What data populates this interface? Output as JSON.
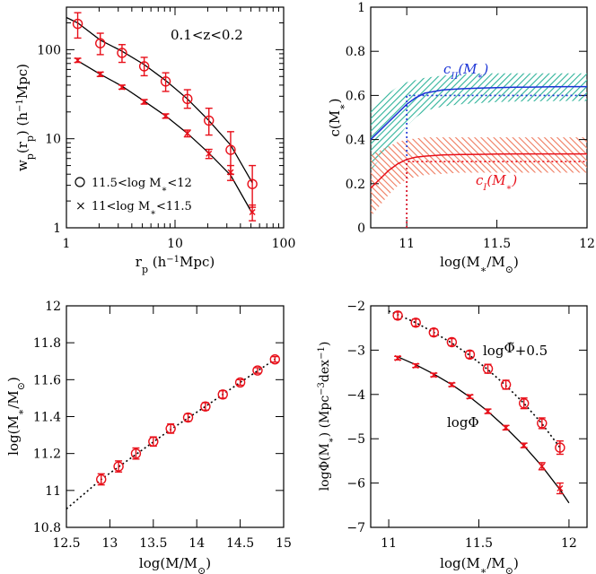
{
  "colors": {
    "axis": "#000000",
    "red": "#e8101a",
    "blue": "#1a33d6",
    "green": "#2fb39a",
    "salmon": "#ef7a5e"
  },
  "chart_data": [
    {
      "type": "scatter",
      "xlabel": "r_p (h⁻¹Mpc)",
      "ylabel": "w_p(r_p) (h⁻¹Mpc)",
      "x_scale": "log",
      "y_scale": "log",
      "xlim": [
        1,
        100
      ],
      "ylim": [
        1,
        300
      ],
      "xticks": [
        {
          "v": 1,
          "t": "1"
        },
        {
          "v": 10,
          "t": "10"
        },
        {
          "v": 100,
          "t": "100"
        }
      ],
      "yticks": [
        {
          "v": 1,
          "t": "1"
        },
        {
          "v": 10,
          "t": "10"
        },
        {
          "v": 100,
          "t": "100"
        }
      ],
      "annotation": "0.1<z<0.2",
      "legend": [
        {
          "marker": "circle",
          "label": "11.5<log M∗<12"
        },
        {
          "marker": "cross",
          "label": "11<log M∗<11.5"
        }
      ],
      "series": [
        {
          "marker": "circle",
          "points": [
            [
              1.27,
              195,
              65,
              60
            ],
            [
              2.05,
              118,
              35,
              30
            ],
            [
              3.25,
              92,
              22,
              20
            ],
            [
              5.2,
              65,
              17,
              14
            ],
            [
              8.2,
              44,
              11,
              10
            ],
            [
              13,
              28,
              7.5,
              6
            ],
            [
              20.5,
              16,
              6,
              5
            ],
            [
              32.5,
              7.5,
              4.5,
              3.5
            ],
            [
              51.5,
              3.1,
              1.9,
              1.4
            ]
          ],
          "fit": [
            [
              1.0,
              230
            ],
            [
              1.27,
              200
            ],
            [
              2.05,
              128
            ],
            [
              3.25,
              96
            ],
            [
              5.2,
              68
            ],
            [
              8.2,
              45
            ],
            [
              13,
              28
            ],
            [
              20.5,
              16
            ],
            [
              32.5,
              8.5
            ],
            [
              51.5,
              3.2
            ]
          ]
        },
        {
          "marker": "cross",
          "points": [
            [
              1.27,
              76,
              4,
              4
            ],
            [
              2.05,
              53,
              3,
              3
            ],
            [
              3.25,
              38,
              2,
              2
            ],
            [
              5.2,
              26,
              1.5,
              1.5
            ],
            [
              8.2,
              18,
              1,
              1
            ],
            [
              13,
              11.5,
              1,
              1
            ],
            [
              20.5,
              6.8,
              0.8,
              0.8
            ],
            [
              32.5,
              4.2,
              0.8,
              0.8
            ],
            [
              51.5,
              1.5,
              0.3,
              0.3
            ]
          ],
          "fit": [
            [
              1.27,
              75
            ],
            [
              2.05,
              53
            ],
            [
              3.25,
              39
            ],
            [
              5.2,
              26.5
            ],
            [
              8.2,
              18
            ],
            [
              13,
              11.5
            ],
            [
              20.5,
              6.9
            ],
            [
              32.5,
              3.9
            ],
            [
              51.5,
              1.45
            ]
          ]
        }
      ]
    },
    {
      "type": "line",
      "xlabel": "log(M∗/M⊙)",
      "ylabel": "c(M∗)",
      "xlim": [
        10.8,
        12
      ],
      "ylim": [
        0,
        1
      ],
      "xticks": [
        {
          "v": 11,
          "t": "11"
        },
        {
          "v": 11.5,
          "t": "11.5"
        },
        {
          "v": 12,
          "t": "12"
        }
      ],
      "yticks": [
        {
          "v": 0,
          "t": "0"
        },
        {
          "v": 0.2,
          "t": "0.2"
        },
        {
          "v": 0.4,
          "t": "0.4"
        },
        {
          "v": 0.6,
          "t": "0.6"
        },
        {
          "v": 0.8,
          "t": "0.8"
        },
        {
          "v": 1,
          "t": "1"
        }
      ],
      "series": [
        {
          "name": "c_II(M∗)",
          "label_main": "c",
          "label_sub": "II",
          "label_arg": "(M∗)",
          "x": [
            10.8,
            10.85,
            10.9,
            10.95,
            11.0,
            11.05,
            11.1,
            11.2,
            11.3,
            11.4,
            11.5,
            11.6,
            11.7,
            11.8,
            11.9,
            12.0
          ],
          "y": [
            0.4,
            0.44,
            0.48,
            0.52,
            0.56,
            0.59,
            0.61,
            0.625,
            0.63,
            0.633,
            0.635,
            0.637,
            0.638,
            0.639,
            0.64,
            0.64
          ],
          "lo": [
            0.26,
            0.31,
            0.36,
            0.41,
            0.46,
            0.5,
            0.53,
            0.55,
            0.56,
            0.565,
            0.57,
            0.572,
            0.573,
            0.574,
            0.575,
            0.575
          ],
          "hi": [
            0.55,
            0.58,
            0.61,
            0.64,
            0.66,
            0.67,
            0.68,
            0.69,
            0.695,
            0.7,
            0.7,
            0.7,
            0.7,
            0.7,
            0.7,
            0.7
          ],
          "step_x": 11.0,
          "step_y": 0.6
        },
        {
          "name": "c_I(M∗)",
          "label_main": "c",
          "label_sub": "I",
          "label_arg": "(M∗)",
          "x": [
            10.8,
            10.85,
            10.9,
            10.95,
            11.0,
            11.05,
            11.1,
            11.2,
            11.3,
            11.4,
            11.5,
            11.6,
            11.7,
            11.8,
            11.9,
            12.0
          ],
          "y": [
            0.18,
            0.22,
            0.26,
            0.29,
            0.31,
            0.32,
            0.325,
            0.33,
            0.332,
            0.333,
            0.334,
            0.335,
            0.335,
            0.335,
            0.335,
            0.335
          ],
          "lo": [
            0.05,
            0.1,
            0.15,
            0.19,
            0.22,
            0.23,
            0.24,
            0.245,
            0.25,
            0.25,
            0.25,
            0.25,
            0.25,
            0.25,
            0.25,
            0.25
          ],
          "hi": [
            0.33,
            0.35,
            0.37,
            0.39,
            0.4,
            0.405,
            0.41,
            0.41,
            0.41,
            0.41,
            0.41,
            0.41,
            0.41,
            0.41,
            0.41,
            0.41
          ],
          "step_x": 11.0,
          "step_y": 0.3
        }
      ]
    },
    {
      "type": "scatter",
      "xlabel": "log(M/M⊙)",
      "ylabel": "log(M∗/M⊙)",
      "xlim": [
        12.5,
        15
      ],
      "ylim": [
        10.8,
        12
      ],
      "xticks": [
        {
          "v": 12.5,
          "t": "12.5"
        },
        {
          "v": 13,
          "t": "13"
        },
        {
          "v": 13.5,
          "t": "13.5"
        },
        {
          "v": 14,
          "t": "14"
        },
        {
          "v": 14.5,
          "t": "14.5"
        },
        {
          "v": 15,
          "t": "15"
        }
      ],
      "yticks": [
        {
          "v": 10.8,
          "t": "10.8"
        },
        {
          "v": 11,
          "t": "11"
        },
        {
          "v": 11.2,
          "t": "11.2"
        },
        {
          "v": 11.4,
          "t": "11.4"
        },
        {
          "v": 11.6,
          "t": "11.6"
        },
        {
          "v": 11.8,
          "t": "11.8"
        },
        {
          "v": 12,
          "t": "12"
        }
      ],
      "points": [
        [
          12.9,
          11.06,
          0.03
        ],
        [
          13.1,
          11.13,
          0.03
        ],
        [
          13.3,
          11.2,
          0.03
        ],
        [
          13.5,
          11.265,
          0.025
        ],
        [
          13.7,
          11.335,
          0.025
        ],
        [
          13.9,
          11.395,
          0.02
        ],
        [
          14.1,
          11.455,
          0.02
        ],
        [
          14.3,
          11.52,
          0.02
        ],
        [
          14.5,
          11.585,
          0.015
        ],
        [
          14.7,
          11.65,
          0.015
        ],
        [
          14.9,
          11.71,
          0.015
        ]
      ],
      "fit": [
        [
          12.5,
          10.9
        ],
        [
          12.9,
          11.06
        ],
        [
          13.3,
          11.195
        ],
        [
          13.7,
          11.33
        ],
        [
          14.1,
          11.455
        ],
        [
          14.5,
          11.585
        ],
        [
          14.9,
          11.71
        ]
      ]
    },
    {
      "type": "scatter",
      "xlabel": "log(M∗/M⊙)",
      "ylabel": "logΦ(M∗) (Mpc⁻³dex⁻¹)",
      "xlim": [
        10.9,
        12.1
      ],
      "ylim": [
        -7,
        -2
      ],
      "xticks": [
        {
          "v": 11,
          "t": "11"
        },
        {
          "v": 11.5,
          "t": "11.5"
        },
        {
          "v": 12,
          "t": "12"
        }
      ],
      "yticks": [
        {
          "v": -7,
          "t": "−7"
        },
        {
          "v": -6,
          "t": "−6"
        },
        {
          "v": -5,
          "t": "−5"
        },
        {
          "v": -4,
          "t": "−4"
        },
        {
          "v": -3,
          "t": "−3"
        },
        {
          "v": -2,
          "t": "−2"
        }
      ],
      "series": [
        {
          "name": "logΦ̃+0.5",
          "marker": "circle",
          "points": [
            [
              11.05,
              -2.22,
              0.08
            ],
            [
              11.15,
              -2.38,
              0.08
            ],
            [
              11.25,
              -2.6,
              0.08
            ],
            [
              11.35,
              -2.82,
              0.08
            ],
            [
              11.45,
              -3.1,
              0.08
            ],
            [
              11.55,
              -3.42,
              0.1
            ],
            [
              11.65,
              -3.78,
              0.1
            ],
            [
              11.75,
              -4.2,
              0.12
            ],
            [
              11.85,
              -4.65,
              0.12
            ],
            [
              11.95,
              -5.2,
              0.15
            ]
          ],
          "fit": [
            [
              11.0,
              -2.12
            ],
            [
              11.05,
              -2.2
            ],
            [
              11.15,
              -2.38
            ],
            [
              11.25,
              -2.6
            ],
            [
              11.35,
              -2.84
            ],
            [
              11.45,
              -3.12
            ],
            [
              11.55,
              -3.44
            ],
            [
              11.65,
              -3.8
            ],
            [
              11.75,
              -4.2
            ],
            [
              11.85,
              -4.66
            ],
            [
              11.95,
              -5.2
            ]
          ]
        },
        {
          "name": "logΦ",
          "marker": "cross",
          "points": [
            [
              11.05,
              -3.18,
              0.04
            ],
            [
              11.15,
              -3.35,
              0.04
            ],
            [
              11.25,
              -3.56,
              0.04
            ],
            [
              11.35,
              -3.78,
              0.04
            ],
            [
              11.45,
              -4.05,
              0.04
            ],
            [
              11.55,
              -4.38,
              0.05
            ],
            [
              11.65,
              -4.75,
              0.05
            ],
            [
              11.75,
              -5.15,
              0.05
            ],
            [
              11.85,
              -5.62,
              0.08
            ],
            [
              11.95,
              -6.12,
              0.12
            ]
          ],
          "fit": [
            [
              11.05,
              -3.15
            ],
            [
              11.15,
              -3.33
            ],
            [
              11.25,
              -3.54
            ],
            [
              11.35,
              -3.78
            ],
            [
              11.45,
              -4.06
            ],
            [
              11.55,
              -4.38
            ],
            [
              11.65,
              -4.75
            ],
            [
              11.75,
              -5.16
            ],
            [
              11.85,
              -5.62
            ],
            [
              11.95,
              -6.15
            ],
            [
              12.0,
              -6.45
            ]
          ]
        }
      ]
    }
  ]
}
